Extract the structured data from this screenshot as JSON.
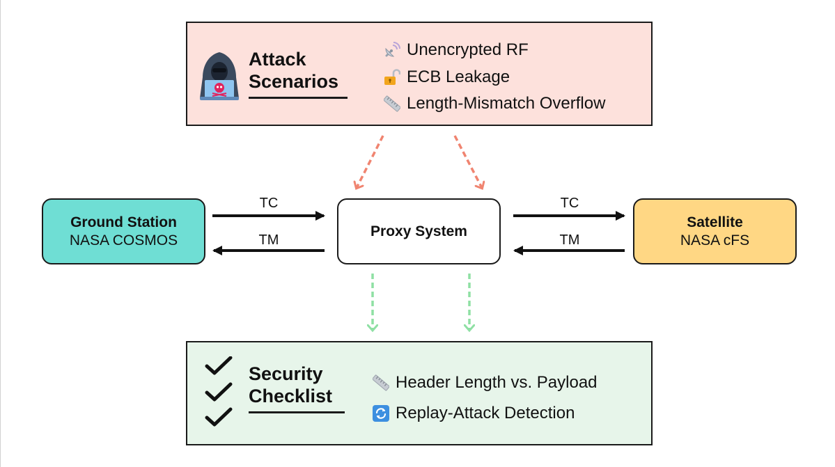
{
  "attack": {
    "title_line1": "Attack",
    "title_line2": "Scenarios",
    "icon": "hacker-icon",
    "items": [
      {
        "label": "Unencrypted RF",
        "icon": "satellite-antenna-icon"
      },
      {
        "label": "ECB Leakage",
        "icon": "open-lock-icon"
      },
      {
        "label": "Length-Mismatch Overflow",
        "icon": "ruler-icon"
      }
    ]
  },
  "nodes": {
    "ground": {
      "title": "Ground Station",
      "subtitle": "NASA COSMOS"
    },
    "proxy": {
      "title": "Proxy System"
    },
    "satellite": {
      "title": "Satellite",
      "subtitle": "NASA cFS"
    }
  },
  "flows": {
    "ground_tc": "TC",
    "ground_tm": "TM",
    "sat_tc": "TC",
    "sat_tm": "TM"
  },
  "checklist": {
    "title_line1": "Security",
    "title_line2": "Checklist",
    "icon": "checkmark-icon",
    "items": [
      {
        "label": "Header Length vs. Payload",
        "icon": "ruler-icon"
      },
      {
        "label": "Replay-Attack Detection",
        "icon": "repeat-arrows-icon"
      }
    ]
  },
  "colors": {
    "attack_bg": "#fde1dc",
    "checklist_bg": "#e7f5ea",
    "ground_bg": "#6fded4",
    "satellite_bg": "#ffd784",
    "attack_arrow": "#f08470",
    "check_arrow": "#8fe0a4"
  }
}
